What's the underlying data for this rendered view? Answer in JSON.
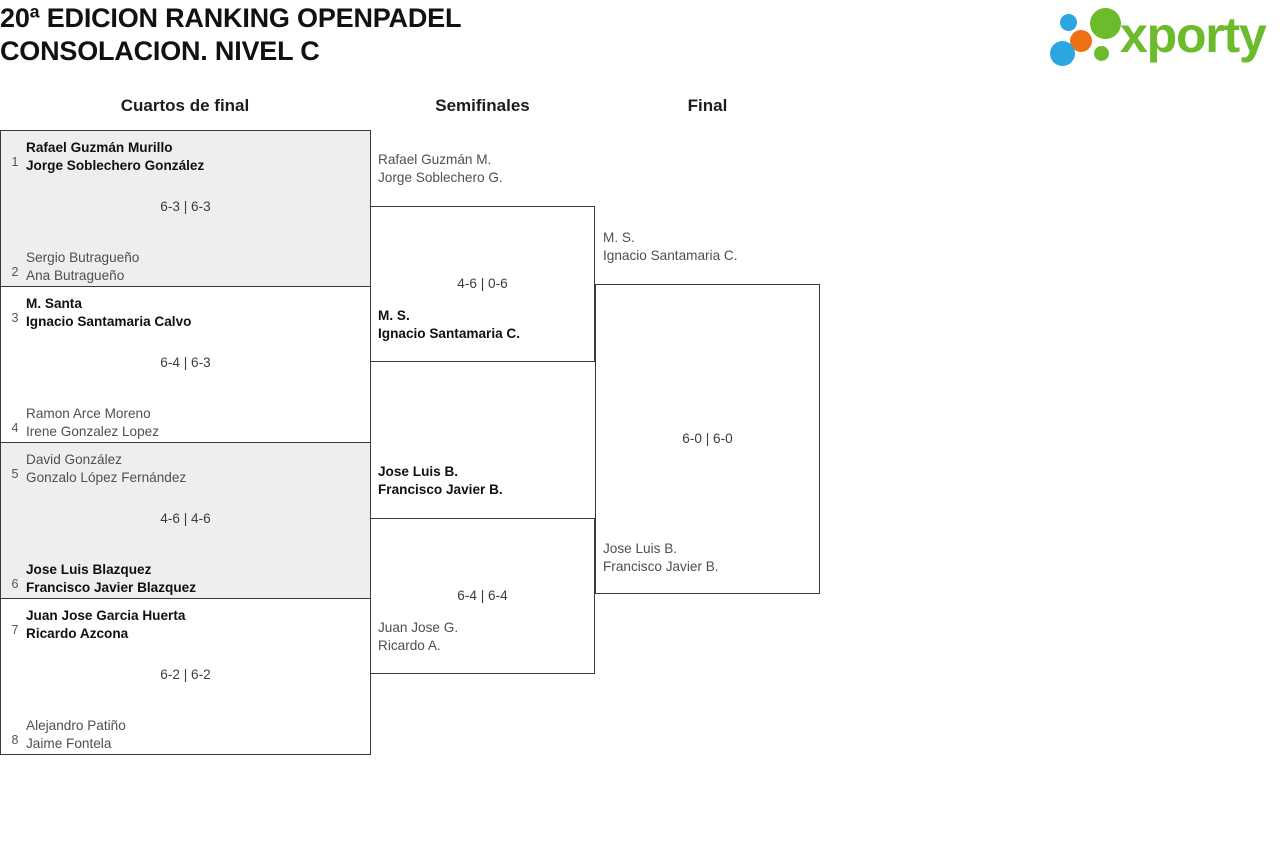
{
  "header": {
    "title": "20ª EDICION RANKING OPENPADEL CONSOLACION. NIVEL C",
    "title_line1": "20ª EDICION RANKING OPENPADEL",
    "title_line2": "CONSOLACION. NIVEL C",
    "logo_text": "xporty",
    "logo_colors": {
      "green": "#6cbb2b",
      "blue": "#2ba6e0",
      "orange": "#ee7014"
    }
  },
  "rounds": [
    {
      "label": "Cuartos de final"
    },
    {
      "label": "Semifinales"
    },
    {
      "label": "Final"
    }
  ],
  "colors": {
    "stripe_background": "#eeeeee",
    "border": "#3a3a3a",
    "winner_text": "#111111",
    "loser_text": "#4f4f4f",
    "score_text": "#3d3d3d"
  },
  "quarterfinals": [
    {
      "striped": true,
      "score": "6-3 | 6-3",
      "top": {
        "seed": "1",
        "player1": "Rafael Guzmán Murillo",
        "player2": "Jorge Soblechero González",
        "winner": true
      },
      "bottom": {
        "seed": "2",
        "player1": "Sergio Butragueño",
        "player2": "Ana Butragueño",
        "winner": false
      }
    },
    {
      "striped": false,
      "score": "6-4 | 6-3",
      "top": {
        "seed": "3",
        "player1": "M. Santa",
        "player2": "Ignacio Santamaria Calvo",
        "winner": true
      },
      "bottom": {
        "seed": "4",
        "player1": "Ramon Arce Moreno",
        "player2": "Irene Gonzalez Lopez",
        "winner": false
      }
    },
    {
      "striped": true,
      "score": "4-6 | 4-6",
      "top": {
        "seed": "5",
        "player1": "David González",
        "player2": "Gonzalo López Fernández",
        "winner": false
      },
      "bottom": {
        "seed": "6",
        "player1": "Jose Luis Blazquez",
        "player2": "Francisco Javier Blazquez",
        "winner": true
      }
    },
    {
      "striped": false,
      "score": "6-2 | 6-2",
      "top": {
        "seed": "7",
        "player1": "Juan Jose Garcia Huerta",
        "player2": "Ricardo Azcona",
        "winner": true
      },
      "bottom": {
        "seed": "8",
        "player1": "Alejandro Patiño",
        "player2": "Jaime Fontela",
        "winner": false
      }
    }
  ],
  "semifinals": [
    {
      "score": "4-6 | 0-6",
      "top": {
        "player1": "Rafael Guzmán M.",
        "player2": "Jorge Soblechero G.",
        "winner": false
      },
      "bottom": {
        "player1": "M. S.",
        "player2": "Ignacio Santamaria C.",
        "winner": true
      }
    },
    {
      "score": "6-4 | 6-4",
      "top": {
        "player1": "Jose Luis B.",
        "player2": "Francisco Javier B.",
        "winner": true
      },
      "bottom": {
        "player1": "Juan Jose G.",
        "player2": "Ricardo A.",
        "winner": false
      }
    }
  ],
  "final": {
    "score": "6-0 | 6-0",
    "top": {
      "player1": "M. S.",
      "player2": "Ignacio Santamaria C.",
      "winner": false
    },
    "bottom": {
      "player1": "Jose Luis B.",
      "player2": "Francisco Javier B.",
      "winner": false
    }
  }
}
